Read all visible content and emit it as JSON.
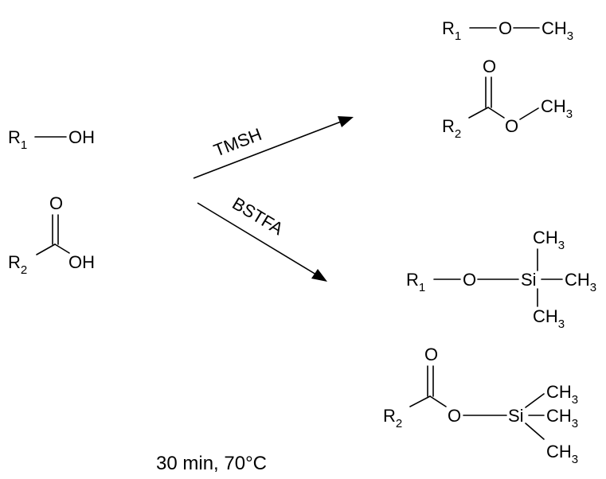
{
  "reactants": {
    "alcohol": {
      "r": "R",
      "r_sub": "1",
      "group": "OH"
    },
    "acid": {
      "carbonyl_o": "O",
      "r": "R",
      "r_sub": "2",
      "group": "OH"
    }
  },
  "reagents": {
    "top": "TMSH",
    "bottom": "BSTFA"
  },
  "products": {
    "methyl_ether": {
      "r": "R",
      "r_sub": "1",
      "o": "O",
      "me": "CH",
      "me_sub": "3"
    },
    "methyl_ester": {
      "carbonyl_o": "O",
      "r": "R",
      "r_sub": "2",
      "o": "O",
      "me": "CH",
      "me_sub": "3"
    },
    "silyl_ether": {
      "r": "R",
      "r_sub": "1",
      "o": "O",
      "si": "Si",
      "me": "CH",
      "me_sub": "3"
    },
    "silyl_ester": {
      "carbonyl_o": "O",
      "r": "R",
      "r_sub": "2",
      "o": "O",
      "si": "Si",
      "me": "CH",
      "me_sub": "3"
    }
  },
  "conditions": "30 min, 70°C"
}
